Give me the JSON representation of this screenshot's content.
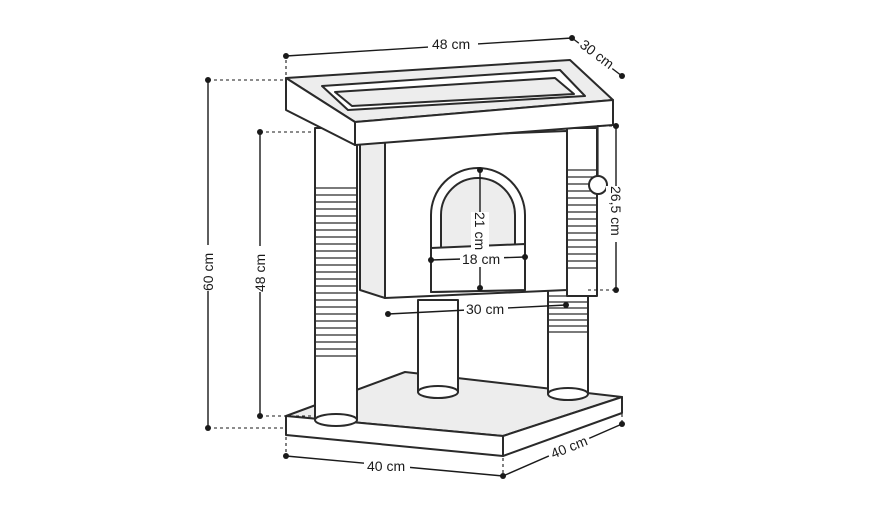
{
  "dimensions": {
    "top_width": "48 cm",
    "top_depth": "30 cm",
    "total_height": "60 cm",
    "post_height": "48 cm",
    "box_height": "26,5 cm",
    "door_height": "21 cm",
    "door_width": "18 cm",
    "box_width": "30 cm",
    "base_width": "40 cm",
    "base_depth": "40 cm"
  },
  "colors": {
    "line": "#2a2a2a",
    "fill": "#ffffff",
    "shade": "#ededed"
  }
}
